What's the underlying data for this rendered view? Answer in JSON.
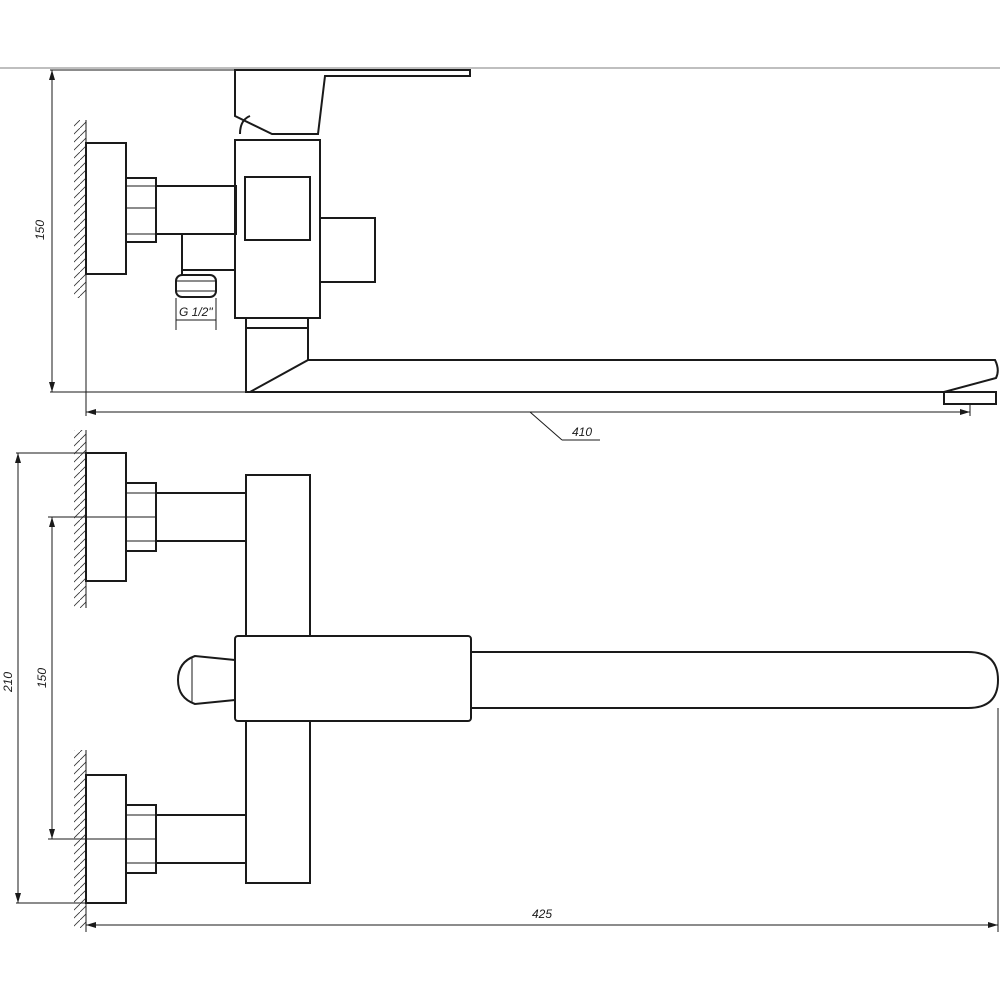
{
  "dimensions": {
    "height_top": "150",
    "thread": "G 1/2\"",
    "spout_length": "410",
    "height_total": "210",
    "mount_spacing": "150",
    "overall_length": "425"
  }
}
